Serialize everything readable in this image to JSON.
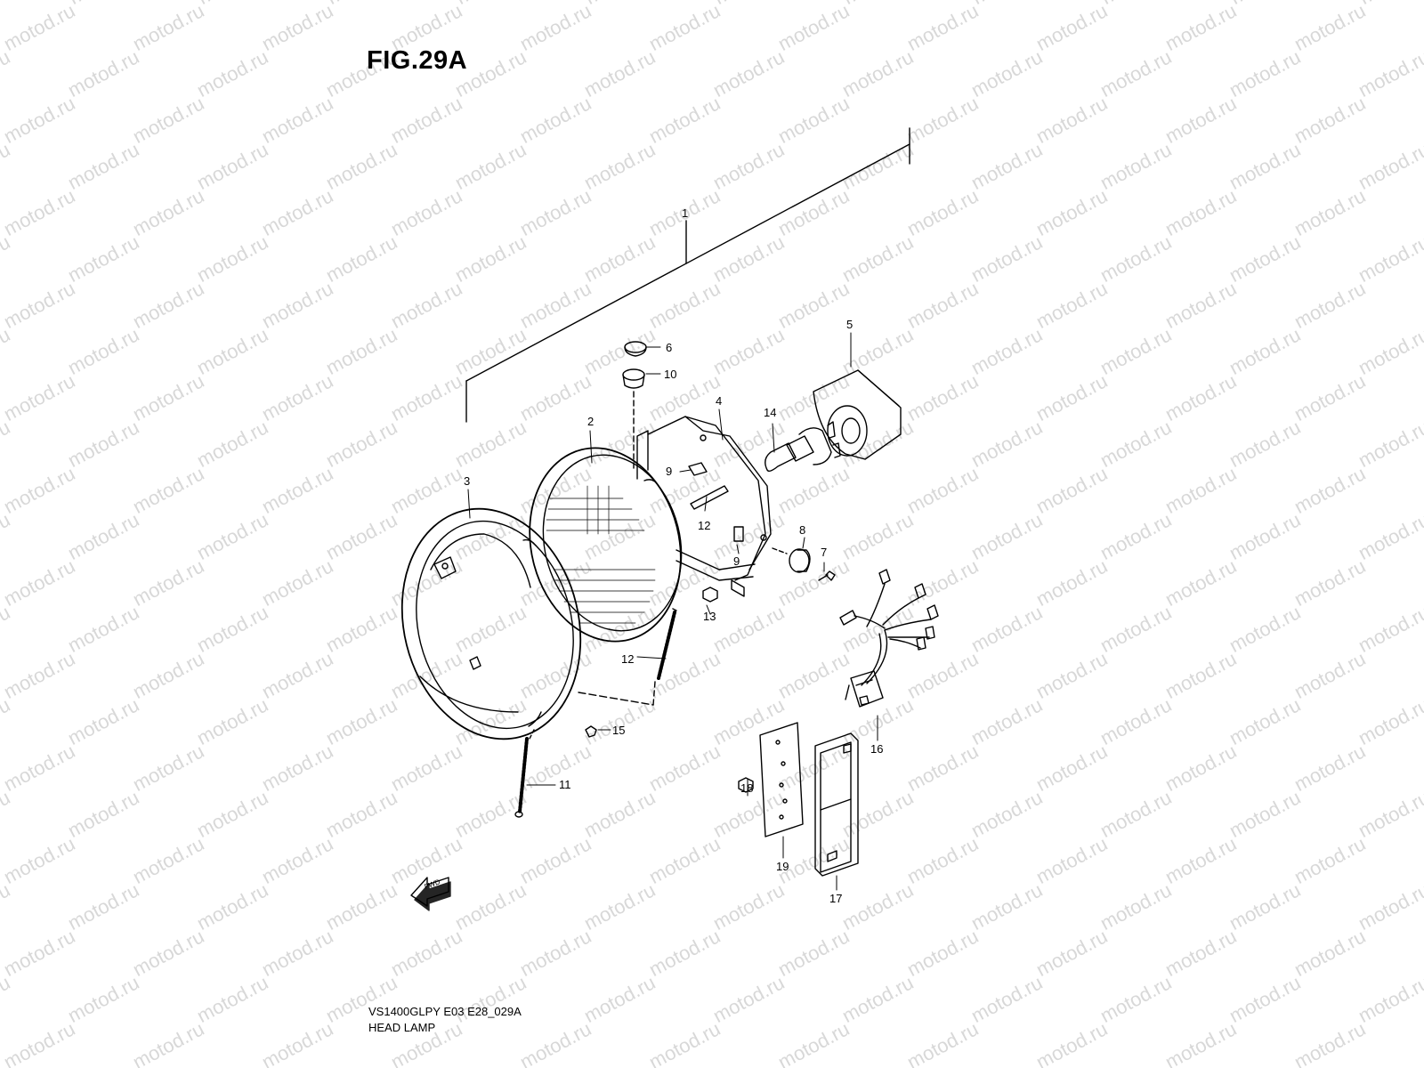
{
  "figure": {
    "title": "FIG.29A",
    "model_code": "VS1400GLPY E03 E28_029A",
    "section_name": "HEAD LAMP"
  },
  "watermark": {
    "text": "motod.ru"
  },
  "fwd_arrow": {
    "label": "FWD"
  },
  "callouts": [
    "1",
    "2",
    "3",
    "4",
    "5",
    "6",
    "7",
    "8",
    "9",
    "9",
    "10",
    "11",
    "12",
    "12",
    "13",
    "14",
    "15",
    "16",
    "17",
    "18",
    "19"
  ]
}
